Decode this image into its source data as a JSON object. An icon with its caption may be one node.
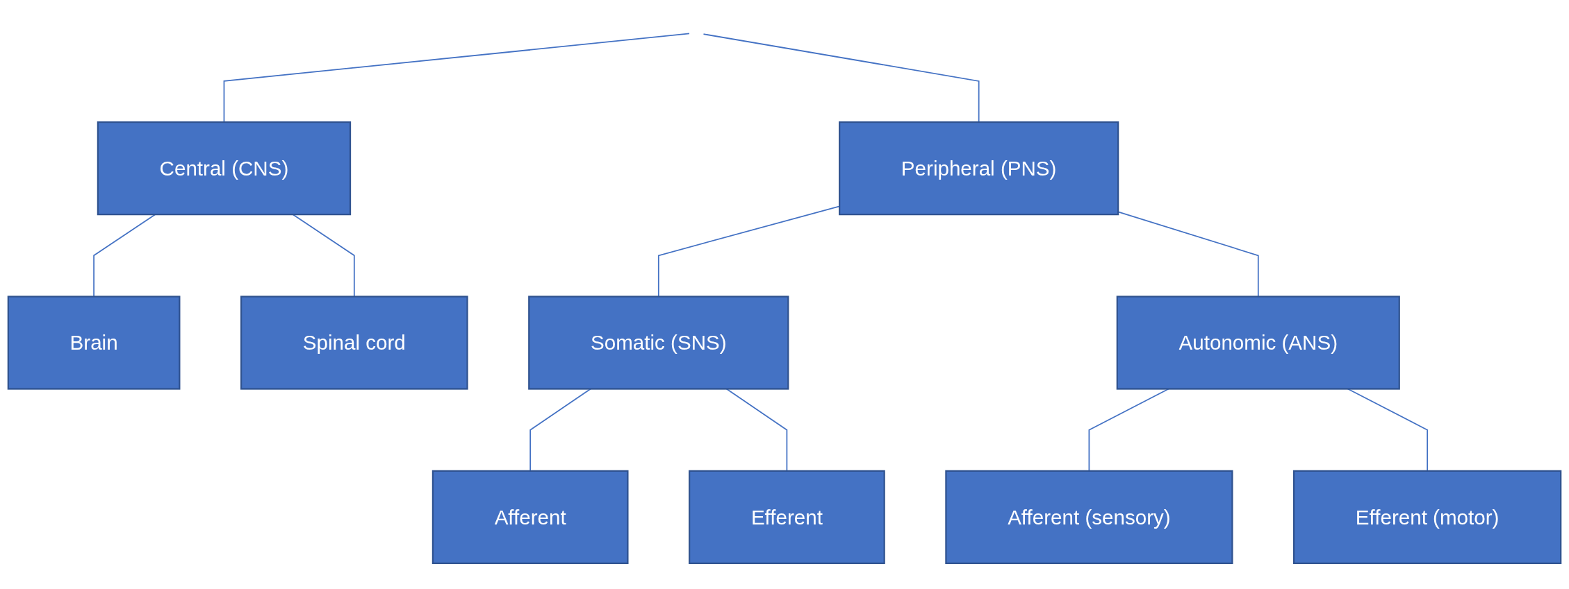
{
  "diagram": {
    "nodes": [
      {
        "text": [
          "Central (CNS)"
        ]
      },
      {
        "text": [
          "Peripheral (PNS)"
        ]
      },
      {
        "text": [
          "Brain"
        ]
      },
      {
        "text": [
          "Spinal cord"
        ]
      },
      {
        "text": [
          "Somatic (SNS)"
        ]
      },
      {
        "text": [
          "Autonomic (ANS)"
        ]
      },
      {
        "text": [
          "Afferent"
        ]
      },
      {
        "text": [
          "Efferent"
        ]
      },
      {
        "text": [
          "Afferent (sensory)"
        ]
      },
      {
        "text": [
          "Efferent (motor)"
        ]
      }
    ],
    "edges": [
      {
        "from": null,
        "to": 0,
        "arrow": "none"
      },
      {
        "from": null,
        "to": 1,
        "arrow": "none"
      },
      {
        "from": 0,
        "to": 2,
        "arrow": "none"
      },
      {
        "from": 0,
        "to": 3,
        "arrow": "none"
      },
      {
        "from": 1,
        "to": 4,
        "arrow": "none"
      },
      {
        "from": 1,
        "to": 5,
        "arrow": "none"
      },
      {
        "from": 4,
        "to": 6,
        "arrow": "none"
      },
      {
        "from": 4,
        "to": 7,
        "arrow": "none"
      },
      {
        "from": 5,
        "to": 8,
        "arrow": "none"
      },
      {
        "from": 5,
        "to": 9,
        "arrow": "none"
      }
    ]
  }
}
